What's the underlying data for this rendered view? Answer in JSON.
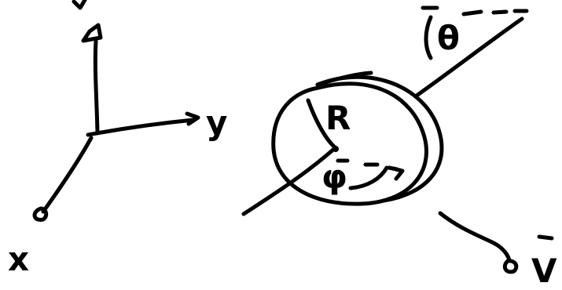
{
  "diagram": {
    "axes": {
      "x_label": "x",
      "y_label": "y",
      "z_label": "z"
    },
    "symbols": {
      "theta": "θ",
      "radius": "R",
      "phi": "φ",
      "velocity": "V"
    },
    "ink_color": "#000000",
    "background_color": "#ffffff"
  }
}
